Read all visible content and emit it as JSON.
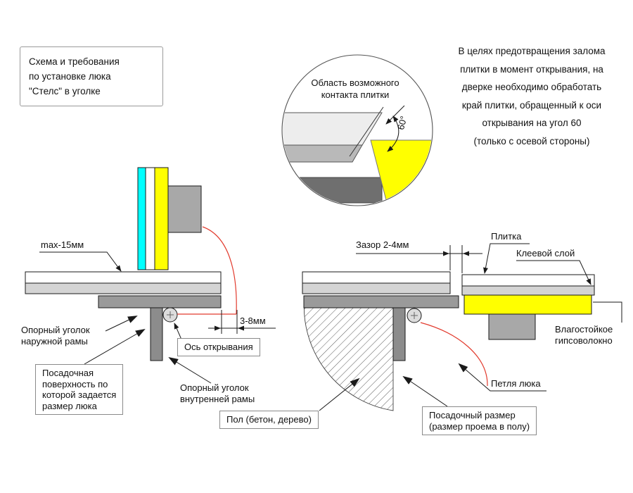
{
  "header": {
    "title_lines": [
      "Схема и требования",
      "по установке люка",
      "\"Стелс\" в уголке"
    ],
    "note_lines": [
      "В целях предотвращения залома",
      "плитки в момент открывания, на",
      "дверке необходимо обработать",
      "край плитки, обращенный к оси",
      "открывания на угол 60",
      "(только с осевой стороны)"
    ]
  },
  "detail": {
    "caption_lines": [
      "Область возможного",
      "контакта плитки"
    ],
    "angle": "60°"
  },
  "left_view": {
    "max_overhang": "max-15мм",
    "edge_gap": "3-8мм",
    "axis": "Ось открывания",
    "outer_angle_lines": [
      "Опорный уголок",
      "наружной рамы"
    ],
    "seat_lines": [
      "Посадочная",
      "поверхность по",
      "которой задается",
      "размер люка"
    ],
    "inner_angle_lines": [
      "Опорный уголок",
      "внутренней рамы"
    ]
  },
  "right_view": {
    "gap": "Зазор 2-4мм",
    "tile": "Плитка",
    "glue": "Клеевой слой",
    "gvl_lines": [
      "Влагостойкое",
      "гипсоволокно"
    ],
    "hinge": "Петля люка",
    "floor": "Пол (бетон, дерево)",
    "seat_lines": [
      "Посадочный размер",
      "(размер проема в полу)"
    ]
  },
  "colors": {
    "tile_cyan": "#00ffff",
    "gypsum_yellow": "#ffff00",
    "swing_red": "#e23b2e"
  }
}
